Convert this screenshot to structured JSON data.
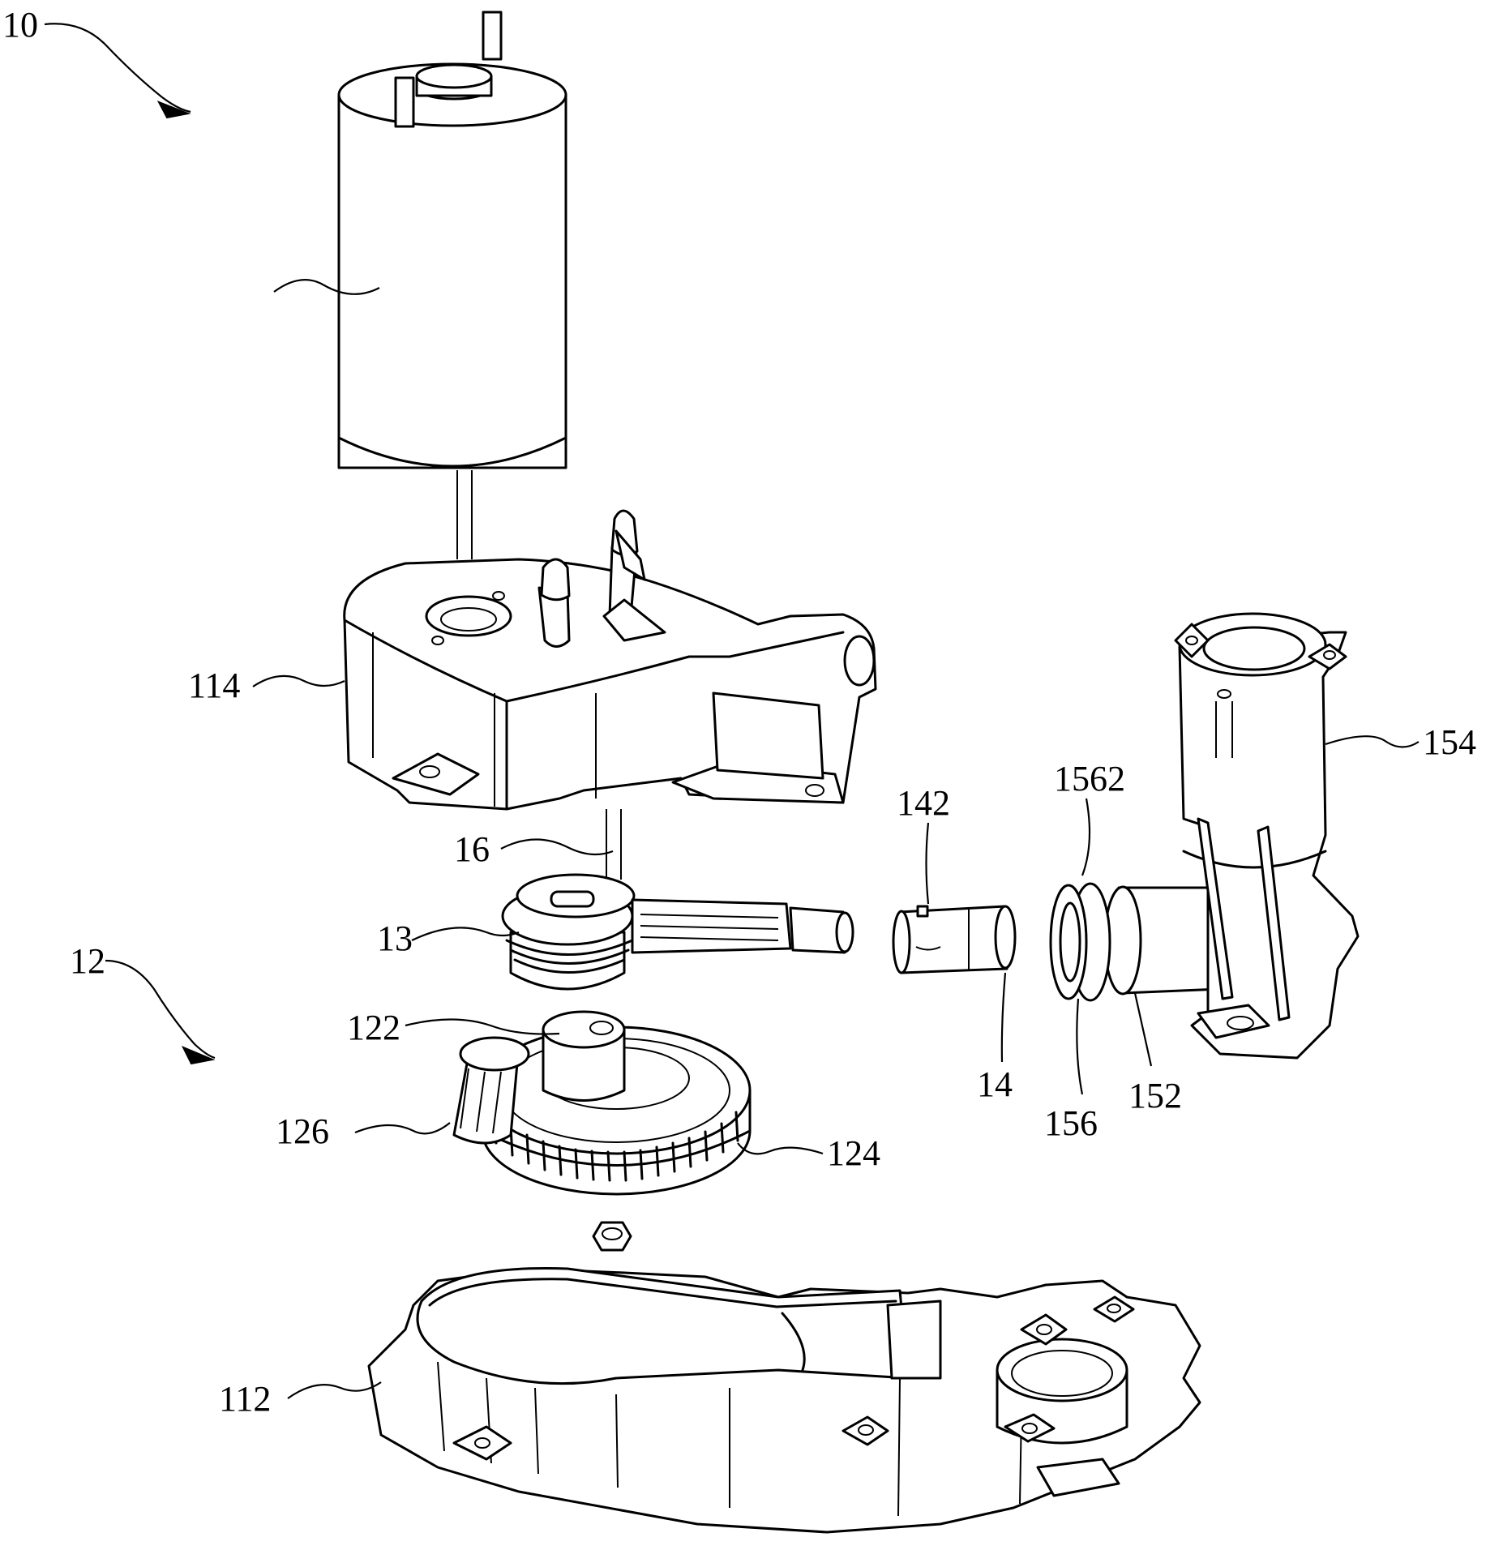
{
  "labels": {
    "assembly": "10",
    "transmission": "12",
    "worm": "13",
    "sleeve": "14",
    "sleeve_notch": "142",
    "shaft": "16",
    "lower_housing": "112",
    "upper_housing": "114",
    "output_gear": "122",
    "helical_gear": "124",
    "pinion": "126",
    "output_shaft": "152",
    "support_bracket": "154",
    "bearing": "156",
    "bearing_flange": "1562"
  }
}
